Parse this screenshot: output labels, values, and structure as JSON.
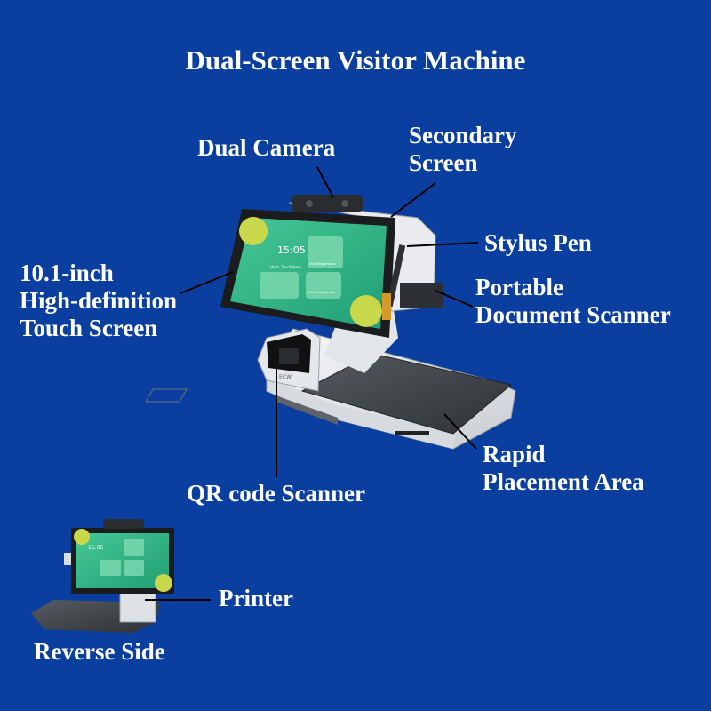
{
  "title": "Dual-Screen Visitor Machine",
  "labels": {
    "dual_camera": "Dual Camera",
    "secondary_screen": [
      "Secondary",
      "Screen"
    ],
    "stylus_pen": "Stylus Pen",
    "touch_screen": [
      "10.1-inch",
      "High-definition",
      "Touch Screen"
    ],
    "doc_scanner": [
      "Portable",
      "Document Scanner"
    ],
    "rapid_area": [
      "Rapid",
      "Placement Area"
    ],
    "qr_scanner": "QR code Scanner",
    "printer": "Printer",
    "reverse_side": "Reverse Side"
  },
  "screen_ui": {
    "time": "15:05",
    "tile_1": "Visit Registration",
    "tile_2": "Guest Registration",
    "greeting": "Hello, Touch Here"
  },
  "qr_module_text": "ECW",
  "colors": {
    "background": "#0a3fa0",
    "screen_green": "#2fb887",
    "device_white": "#eef0f2",
    "plate_dark": "#3f4448"
  }
}
